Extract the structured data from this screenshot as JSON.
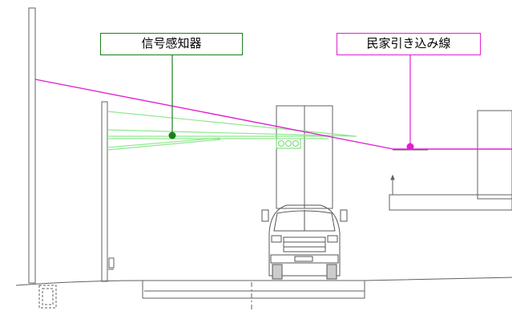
{
  "labels": {
    "vehicle_sensor": "信号感知器",
    "service_drop": "民家引き込み線"
  },
  "colors": {
    "vehicle_sensor": "#1a7f1a",
    "vehicle_sensor_lines": "#8fe88f",
    "service_drop": "#e020d0",
    "structure_line": "#606060"
  },
  "icons": {
    "vehicle_sensor_marker": "filled-circle",
    "service_drop_marker": "filled-circle"
  }
}
